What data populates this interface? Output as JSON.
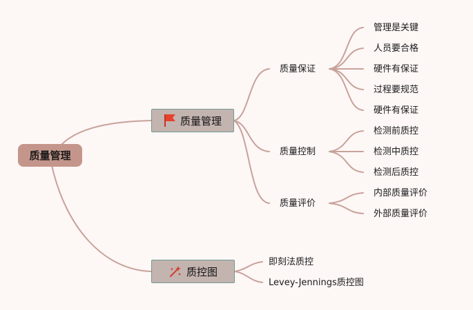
{
  "diagram": {
    "root": {
      "label": "质量管理"
    },
    "branches": [
      {
        "label": "质量管理",
        "icon": "red-flag-icon",
        "children": [
          {
            "label": "质量保证",
            "children": [
              "管理是关键",
              "人员要合格",
              "硬件有保证",
              "过程要规范",
              "硬件有保证"
            ]
          },
          {
            "label": "质量控制",
            "children": [
              "检测前质控",
              "检测中质控",
              "检测后质控"
            ]
          },
          {
            "label": "质量评价",
            "children": [
              "内部质量评价",
              "外部质量评价"
            ]
          }
        ]
      },
      {
        "label": "质控图",
        "icon": "sparkle-wand-icon",
        "children": [
          {
            "label": "即刻法质控",
            "children": []
          },
          {
            "label": "Levey-Jennings质控图",
            "children": []
          }
        ]
      }
    ]
  },
  "colors": {
    "background": "#fdf7f6",
    "root_fill": "#c4968b",
    "branch_fill": "#c3b4b0",
    "branch_border": "#6f9a8f",
    "connector": "#c7a29a",
    "flag": "#e5432d"
  }
}
